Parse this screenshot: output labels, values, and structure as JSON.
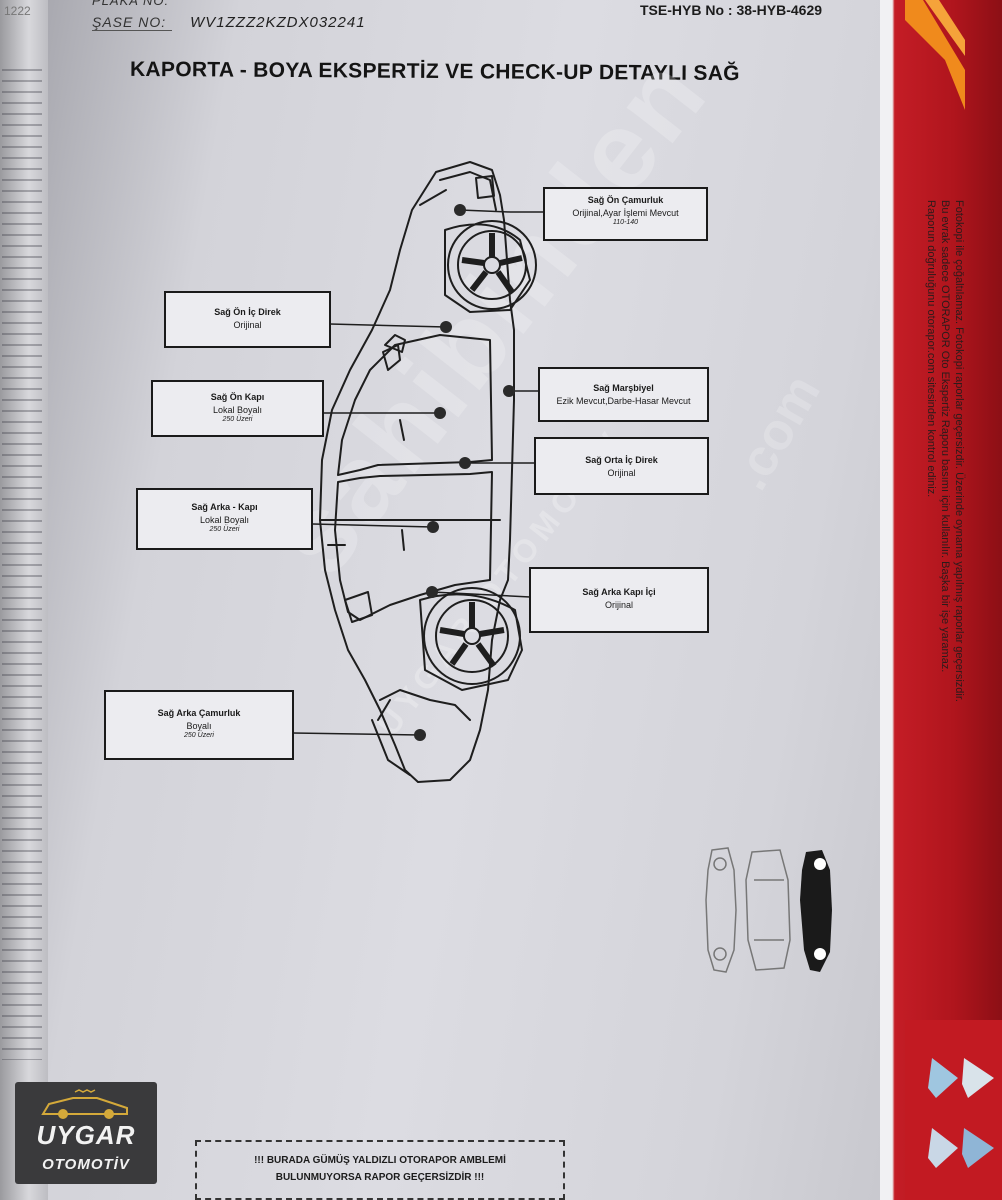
{
  "corner_number": "1222",
  "header": {
    "plate_label": "PLAKA NO:",
    "chassis_label": "ŞASE NO:",
    "chassis_value": "WV1ZZZ2KZDX032241",
    "tse_text": "TSE-HYB No : 38-HYB-4629"
  },
  "title": "KAPORTA - BOYA EKSPERTİZ VE CHECK-UP DETAYLI SAĞ",
  "labels": [
    {
      "title": "Sağ Ön Çamurluk",
      "status": "Orijinal,Ayar İşlemi Mevcut",
      "note": "110-140"
    },
    {
      "title": "Sağ Ön İç Direk",
      "status": "Orijinal",
      "note": ""
    },
    {
      "title": "Sağ Marşbiyel",
      "status": "Ezik Mevcut,Darbe-Hasar Mevcut",
      "note": ""
    },
    {
      "title": "Sağ Ön Kapı",
      "status": "Lokal Boyalı",
      "note": "250 Üzeri"
    },
    {
      "title": "Sağ Orta İç Direk",
      "status": "Orijinal",
      "note": ""
    },
    {
      "title": "Sağ Arka - Kapı",
      "status": "Lokal Boyalı",
      "note": "250 Üzeri"
    },
    {
      "title": "Sağ Arka Kapı İçi",
      "status": "Orijinal",
      "note": ""
    },
    {
      "title": "Sağ Arka Çamurluk",
      "status": "Boyalı",
      "note": "250 Üzeri"
    }
  ],
  "watermark": {
    "main": "sahibinden",
    "sub": "UYGAR OTOMOTİV",
    "domain": ".com"
  },
  "footer": {
    "line1": "!!! BURADA GÜMÜŞ YALDIZLI OTORAPOR AMBLEMİ",
    "line2": "BULUNMUYORSA RAPOR GEÇERSİZDİR !!!"
  },
  "logo": {
    "line1": "UYGAR",
    "line2": "OTOMOTİV"
  },
  "side_text": [
    "Fotokopi ile çoğaltılamaz. Fotokopi raporlar geçersizdir. Üzerinde oynama yapılmış raporlar geçersizdir.",
    "Bu evrak sadece OTORAPOR Oto Ekspertiz Raporu basımı için kullanılır. Başka bir işe yaramaz.",
    "Raporun doğruluğunu otorapor.com sitesinden kontrol ediniz."
  ],
  "colors": {
    "paper": "#d8d8de",
    "red_edge": "#c41d26",
    "ink": "#1a1a1a"
  }
}
